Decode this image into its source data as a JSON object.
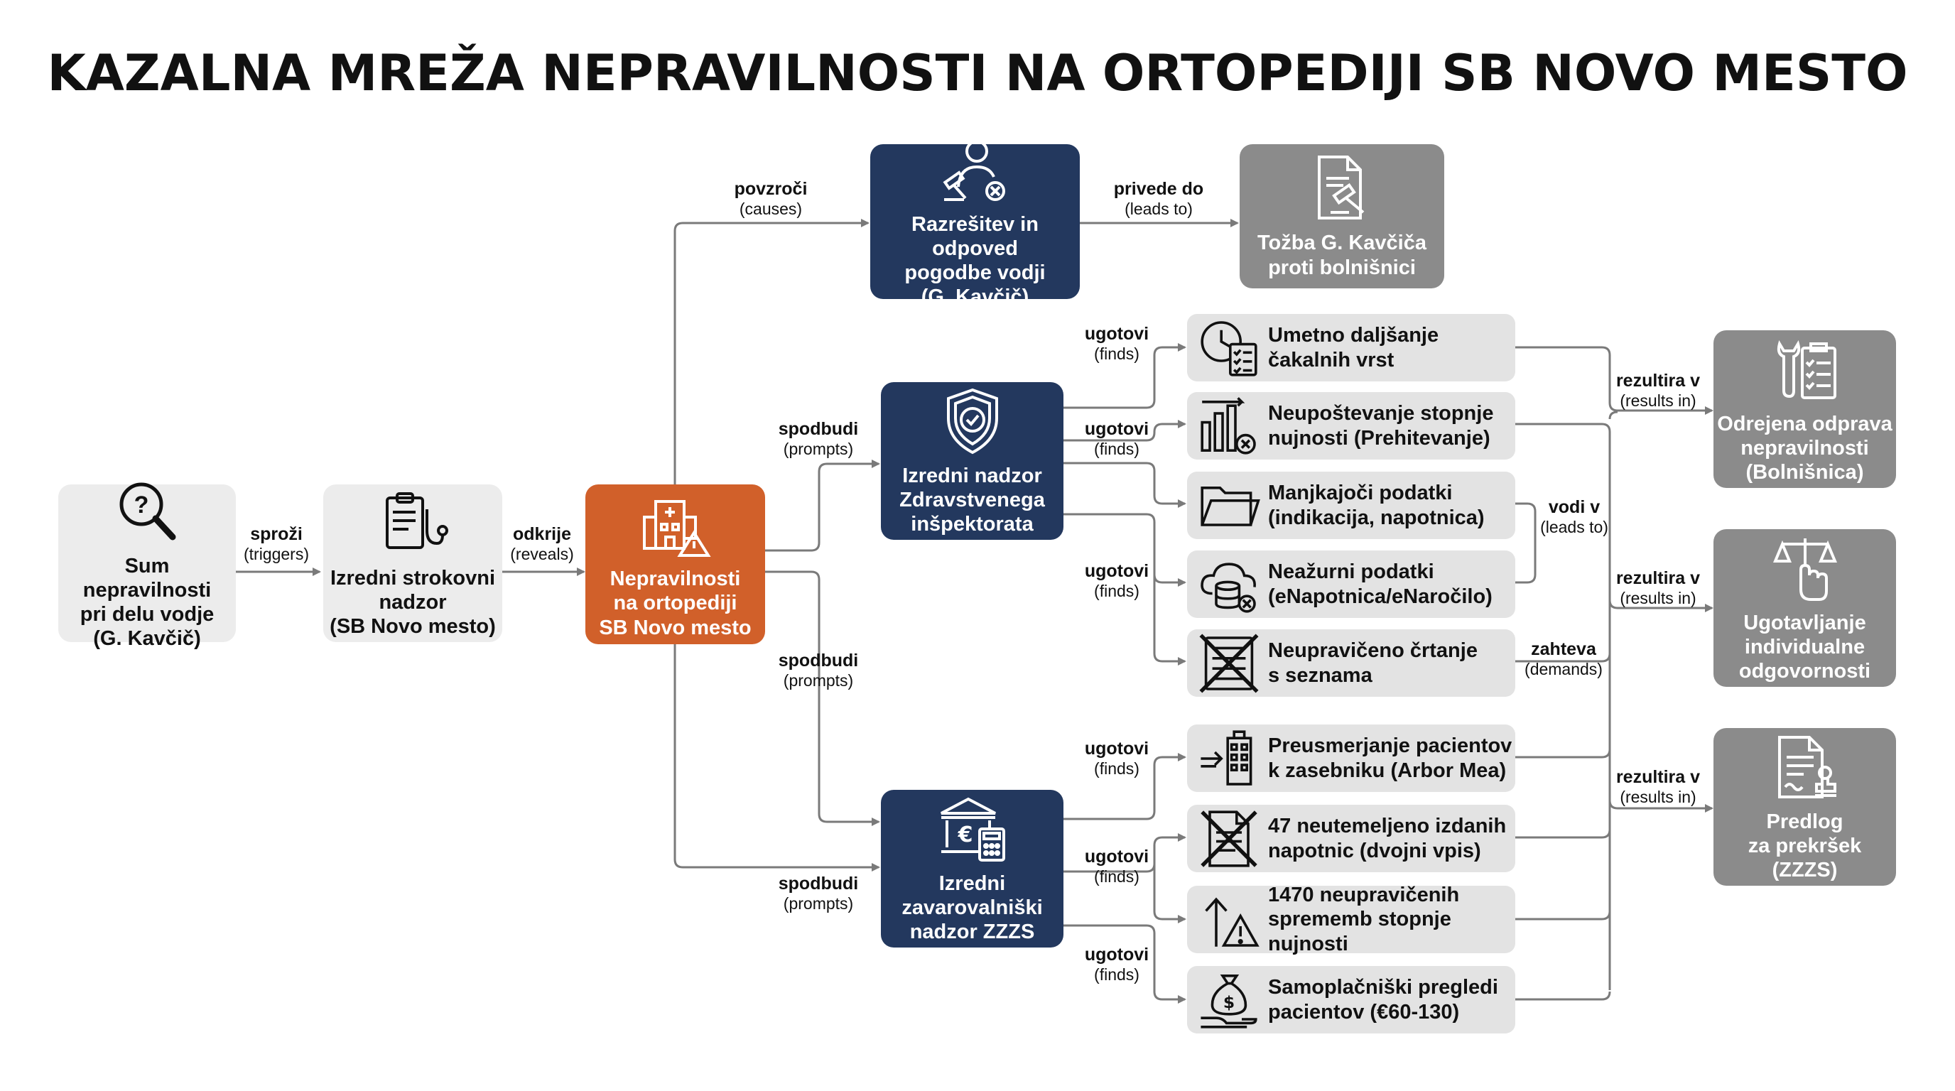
{
  "title": "KAZALNA MREŽA NEPRAVILNOSTI NA ORTOPEDIJI SB NOVO MESTO",
  "colors": {
    "orange": "#d1602a",
    "navy": "#23385e",
    "gray": "#8b8b8b",
    "light": "#ececec",
    "finding": "#e3e3e3",
    "wire": "#7a7a7a"
  },
  "nodes": {
    "suspicion": {
      "label": "Sum nepravilnosti\npri delu vodje\n(G. Kavčič)",
      "icon": "magnifier-question-icon"
    },
    "expert_review": {
      "label": "Izredni strokovni\nnadzor\n(SB Novo mesto)",
      "icon": "clipboard-stethoscope-icon"
    },
    "irregularities": {
      "label": "Nepravilnosti\nna ortopediji\nSB Novo mesto",
      "icon": "hospital-warning-icon"
    },
    "dismissal": {
      "label": "Razrešitev in odpoved\npogodbe vodji\n(G. Kavčič)",
      "icon": "person-gavel-icon"
    },
    "lawsuit": {
      "label": "Tožba G. Kavčiča\nproti bolnišnici",
      "icon": "document-gavel-icon"
    },
    "health_inspectorate": {
      "label": "Izredni nadzor\nZdravstvenega\ninšpektorata",
      "icon": "shield-check-icon"
    },
    "zzzs_review": {
      "label": "Izredni\nzavarovalniški\nnadzor ZZZS",
      "icon": "bank-euro-calculator-icon"
    },
    "f1": {
      "label": "Umetno daljšanje\nčakalnih vrst",
      "icon": "clock-checklist-icon"
    },
    "f2": {
      "label": "Neupoštevanje stopnje\nnujnosti (Prehitevanje)",
      "icon": "bars-cancel-icon"
    },
    "f3": {
      "label": "Manjkajoči podatki\n(indikacija, napotnica)",
      "icon": "folder-icon"
    },
    "f4": {
      "label": "Neažurni podatki\n(eNapotnica/eNaročilo)",
      "icon": "cloud-database-icon"
    },
    "f5": {
      "label": "Neupravičeno črtanje\ns seznama",
      "icon": "crossed-list-icon"
    },
    "f6": {
      "label": "Preusmerjanje pacientov\nk zasebniku (Arbor Mea)",
      "icon": "arrow-building-icon"
    },
    "f7": {
      "label": "47 neutemeljeno izdanih\nnapotnic (dvojni vpis)",
      "icon": "crossed-document-icon"
    },
    "f8": {
      "label": "1470 neupravičenih\nsprememb stopnje nujnosti",
      "icon": "arrow-up-warning-icon"
    },
    "f9": {
      "label": "Samoplačniški pregledi\npacientov (€60-130)",
      "icon": "money-bag-hand-icon"
    },
    "o1": {
      "label": "Odrejena odprava\nnepravilnosti\n(Bolnišnica)",
      "icon": "wrench-clipboard-icon"
    },
    "o2": {
      "label": "Ugotavljanje\nindividualne\nodgovornosti",
      "icon": "scales-hand-icon"
    },
    "o3": {
      "label": "Predlog\nza prekršek\n(ZZZS)",
      "icon": "document-stamp-icon"
    }
  },
  "edge_labels": {
    "e_triggers": {
      "verb": "sproži",
      "translation": "(triggers)"
    },
    "e_reveals": {
      "verb": "odkrije",
      "translation": "(reveals)"
    },
    "e_causes": {
      "verb": "povzroči",
      "translation": "(causes)"
    },
    "e_leads_to_lawsuit": {
      "verb": "privede do",
      "translation": "(leads to)"
    },
    "e_prompts_1": {
      "verb": "spodbudi",
      "translation": "(prompts)"
    },
    "e_prompts_2": {
      "verb": "spodbudi",
      "translation": "(prompts)"
    },
    "e_prompts_3": {
      "verb": "spodbudi",
      "translation": "(prompts)"
    },
    "e_finds_1": {
      "verb": "ugotovi",
      "translation": "(finds)"
    },
    "e_finds_2": {
      "verb": "ugotovi",
      "translation": "(finds)"
    },
    "e_finds_3": {
      "verb": "ugotovi",
      "translation": "(finds)"
    },
    "e_finds_4": {
      "verb": "ugotovi",
      "translation": "(finds)"
    },
    "e_finds_5": {
      "verb": "ugotovi",
      "translation": "(finds)"
    },
    "e_finds_6": {
      "verb": "ugotovi",
      "translation": "(finds)"
    },
    "e_leads_to_2": {
      "verb": "vodi v",
      "translation": "(leads to)"
    },
    "e_demands": {
      "verb": "zahteva",
      "translation": "(demands)"
    },
    "e_results_1": {
      "verb": "rezultira v",
      "translation": "(results in)"
    },
    "e_results_2": {
      "verb": "rezultira v",
      "translation": "(results in)"
    },
    "e_results_3": {
      "verb": "rezultira v",
      "translation": "(results in)"
    }
  }
}
